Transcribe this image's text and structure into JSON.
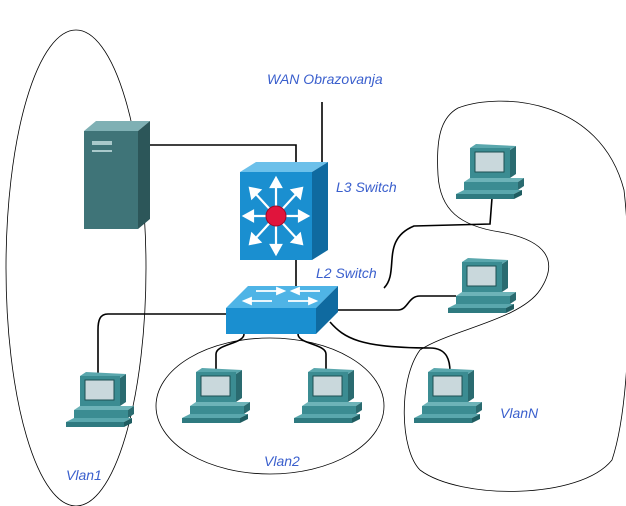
{
  "labels": {
    "wan": "WAN Obrazovanja",
    "l3": "L3 Switch",
    "l2": "L2 Switch",
    "vlan1": "Vlan1",
    "vlan2": "Vlan2",
    "vlann": "VlanN"
  },
  "colors": {
    "label": "#3a5fcd",
    "line": "#000000",
    "switch_blue": "#1a8fd0",
    "router_center": "#e0143c",
    "pc_teal": "#3b8c92",
    "server": "#3f7478"
  },
  "icons": {
    "server": "server-icon",
    "l3_switch": "layer3-switch-icon",
    "l2_switch": "layer2-switch-icon",
    "workstation": "workstation-icon"
  }
}
